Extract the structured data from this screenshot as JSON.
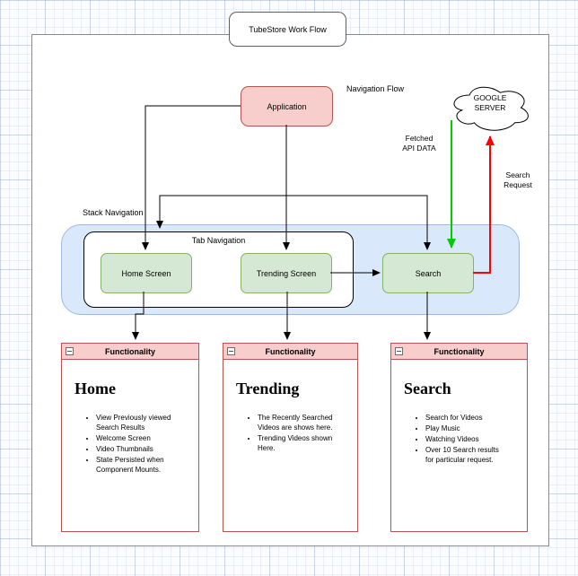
{
  "diagram": {
    "title": "TubeStore Work Flow",
    "labels": {
      "navigation_flow": "Navigation Flow",
      "stack_navigation": "Stack Navigation",
      "tab_navigation": "Tab Navigation",
      "fetched_api_line1": "Fetched",
      "fetched_api_line2": "API DATA",
      "search_request_line1": "Search",
      "search_request_line2": "Request"
    },
    "nodes": {
      "application": "Application",
      "cloud_line1": "GOOGLE",
      "cloud_line2": "SERVER",
      "home_screen": "Home Screen",
      "trending_screen": "Trending Screen",
      "search_screen": "Search"
    },
    "functionality_boxes": [
      {
        "header": "Functionality",
        "heading": "Home",
        "bullets": [
          "View Previously viewed Search Results",
          "Welcome Screen",
          "Video Thumbnails",
          "State Persisted when Component Mounts."
        ]
      },
      {
        "header": "Functionality",
        "heading": "Trending",
        "bullets": [
          "The Recently Searched Videos are shows here.",
          "Trending Videos shown Here."
        ]
      },
      {
        "header": "Functionality",
        "heading": "Search",
        "bullets": [
          "Search for Videos",
          "Play Music",
          "Watching Videos",
          "Over 10 Search results for particular request."
        ]
      }
    ],
    "colors": {
      "node_red_fill": "#f8cecc",
      "node_red_border": "#b85450",
      "node_green_fill": "#d5e8d4",
      "node_green_border": "#82b366",
      "container_blue_fill": "#dae8fc",
      "arrow_green": "#00cc00",
      "arrow_red": "#ff0000",
      "arrow_black": "#000000"
    }
  }
}
